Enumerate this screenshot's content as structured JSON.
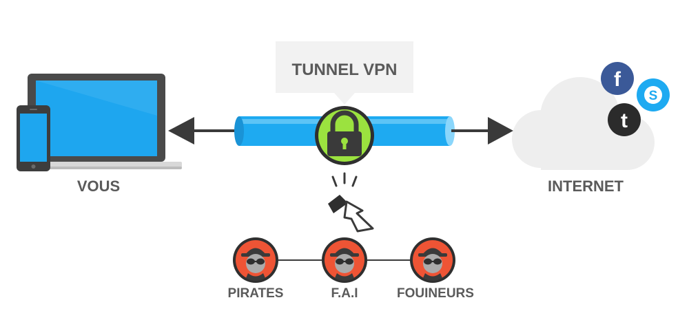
{
  "tunnel": {
    "label": "TUNNEL VPN"
  },
  "nodes": {
    "you": {
      "label": "VOUS"
    },
    "internet": {
      "label": "INTERNET"
    }
  },
  "threats": [
    {
      "label": "PIRATES"
    },
    {
      "label": "F.A.I"
    },
    {
      "label": "FOUINEURS"
    }
  ],
  "social_icons": [
    {
      "name": "facebook-icon",
      "glyph": "f",
      "color": "#3b5998"
    },
    {
      "name": "skype-icon",
      "glyph": "S",
      "color": "#1eaaf1"
    },
    {
      "name": "twitter-icon",
      "glyph": "t",
      "color": "#2b2b2b"
    }
  ],
  "colors": {
    "tunnel": "#1eaaf1",
    "lock": "#9be23f",
    "threat": "#ee5435",
    "cloud": "#eeeeee",
    "text": "#5a5a5a"
  }
}
